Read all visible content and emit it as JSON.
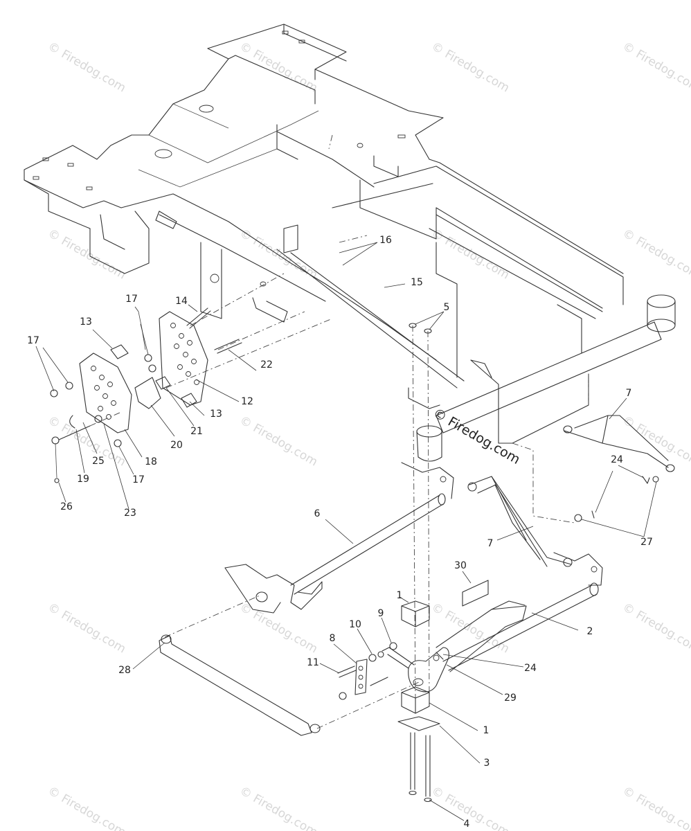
{
  "watermark": {
    "text": "© Firedog.com",
    "center_text": "© Firedog.com"
  },
  "callouts": [
    {
      "id": "c1a",
      "label": "1"
    },
    {
      "id": "c1b",
      "label": "1"
    },
    {
      "id": "c2",
      "label": "2"
    },
    {
      "id": "c3",
      "label": "3"
    },
    {
      "id": "c4",
      "label": "4"
    },
    {
      "id": "c5",
      "label": "5"
    },
    {
      "id": "c6",
      "label": "6"
    },
    {
      "id": "c7a",
      "label": "7"
    },
    {
      "id": "c7b",
      "label": "7"
    },
    {
      "id": "c8",
      "label": "8"
    },
    {
      "id": "c9",
      "label": "9"
    },
    {
      "id": "c10",
      "label": "10"
    },
    {
      "id": "c11",
      "label": "11"
    },
    {
      "id": "c12",
      "label": "12"
    },
    {
      "id": "c13a",
      "label": "13"
    },
    {
      "id": "c13b",
      "label": "13"
    },
    {
      "id": "c14",
      "label": "14"
    },
    {
      "id": "c15",
      "label": "15"
    },
    {
      "id": "c16",
      "label": "16"
    },
    {
      "id": "c17a",
      "label": "17"
    },
    {
      "id": "c17b",
      "label": "17"
    },
    {
      "id": "c17c",
      "label": "17"
    },
    {
      "id": "c18",
      "label": "18"
    },
    {
      "id": "c19",
      "label": "19"
    },
    {
      "id": "c20",
      "label": "20"
    },
    {
      "id": "c21",
      "label": "21"
    },
    {
      "id": "c22",
      "label": "22"
    },
    {
      "id": "c23",
      "label": "23"
    },
    {
      "id": "c24a",
      "label": "24"
    },
    {
      "id": "c24b",
      "label": "24"
    },
    {
      "id": "c25",
      "label": "25"
    },
    {
      "id": "c26",
      "label": "26"
    },
    {
      "id": "c27",
      "label": "27"
    },
    {
      "id": "c28",
      "label": "28"
    },
    {
      "id": "c29",
      "label": "29"
    },
    {
      "id": "c30",
      "label": "30"
    }
  ]
}
